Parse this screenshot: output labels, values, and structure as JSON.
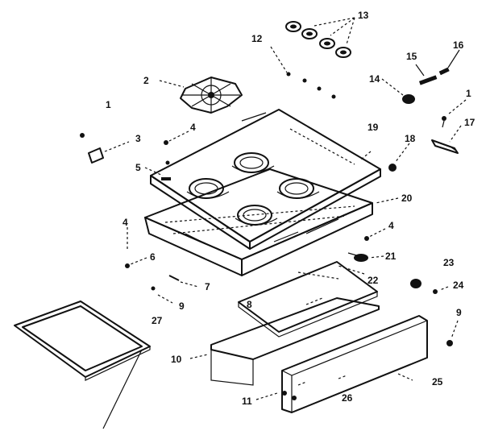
{
  "part_labels": [
    "1",
    "2",
    "3",
    "4",
    "5",
    "4",
    "6",
    "7",
    "8",
    "9",
    "10",
    "11",
    "12",
    "13",
    "14",
    "15",
    "16",
    "1",
    "17",
    "18",
    "19",
    "20",
    "4",
    "21",
    "22",
    "23",
    "24",
    "9",
    "25",
    "26",
    "27"
  ]
}
